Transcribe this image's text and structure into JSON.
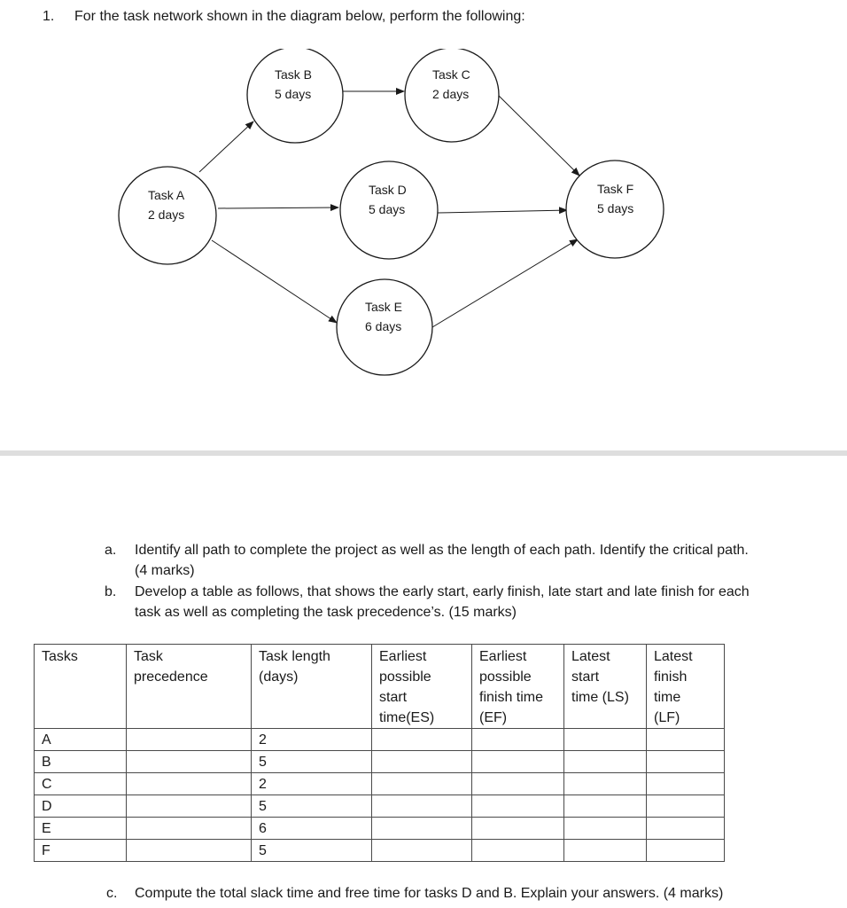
{
  "question": {
    "number": "1.",
    "text": "For the task network shown in the diagram below, perform the following:"
  },
  "diagram": {
    "nodes": [
      {
        "name": "Task A",
        "duration": "2 days"
      },
      {
        "name": "Task B",
        "duration": "5 days"
      },
      {
        "name": "Task C",
        "duration": "2 days"
      },
      {
        "name": "Task D",
        "duration": "5 days"
      },
      {
        "name": "Task E",
        "duration": "6 days"
      },
      {
        "name": "Task F",
        "duration": "5 days"
      }
    ],
    "edges": [
      {
        "from": "Task A",
        "to": "Task B"
      },
      {
        "from": "Task A",
        "to": "Task D"
      },
      {
        "from": "Task A",
        "to": "Task E"
      },
      {
        "from": "Task B",
        "to": "Task C"
      },
      {
        "from": "Task C",
        "to": "Task F"
      },
      {
        "from": "Task D",
        "to": "Task F"
      },
      {
        "from": "Task E",
        "to": "Task F"
      }
    ]
  },
  "subquestions": {
    "a": {
      "letter": "a.",
      "line1": "Identify all path to complete the project as well as the length of each path. Identify the critical path.",
      "line2": "(4 marks)"
    },
    "b": {
      "letter": "b.",
      "line1": "Develop a table as follows, that shows the early start, early finish, late start and late finish for each",
      "line2": "task as well as completing the task precedence’s. (15 marks)"
    },
    "c": {
      "letter": "c.",
      "text": "Compute the total slack time and free time for tasks D and B. Explain your answers. (4 marks)"
    }
  },
  "table": {
    "headers": [
      [
        "Tasks"
      ],
      [
        "Task",
        "precedence"
      ],
      [
        "Task length",
        "(days)"
      ],
      [
        "Earliest",
        "possible",
        "start",
        "time(ES)"
      ],
      [
        "Earliest",
        "possible",
        "finish time",
        "(EF)"
      ],
      [
        "Latest",
        "start",
        "time (LS)"
      ],
      [
        "Latest",
        "finish",
        "time",
        "(LF)"
      ]
    ],
    "rows": [
      {
        "task": "A",
        "precedence": "",
        "length": "2",
        "es": "",
        "ef": "",
        "ls": "",
        "lf": ""
      },
      {
        "task": "B",
        "precedence": "",
        "length": "5",
        "es": "",
        "ef": "",
        "ls": "",
        "lf": ""
      },
      {
        "task": "C",
        "precedence": "",
        "length": "2",
        "es": "",
        "ef": "",
        "ls": "",
        "lf": ""
      },
      {
        "task": "D",
        "precedence": "",
        "length": "5",
        "es": "",
        "ef": "",
        "ls": "",
        "lf": ""
      },
      {
        "task": "E",
        "precedence": "",
        "length": "6",
        "es": "",
        "ef": "",
        "ls": "",
        "lf": ""
      },
      {
        "task": "F",
        "precedence": "",
        "length": "5",
        "es": "",
        "ef": "",
        "ls": "",
        "lf": ""
      }
    ]
  }
}
